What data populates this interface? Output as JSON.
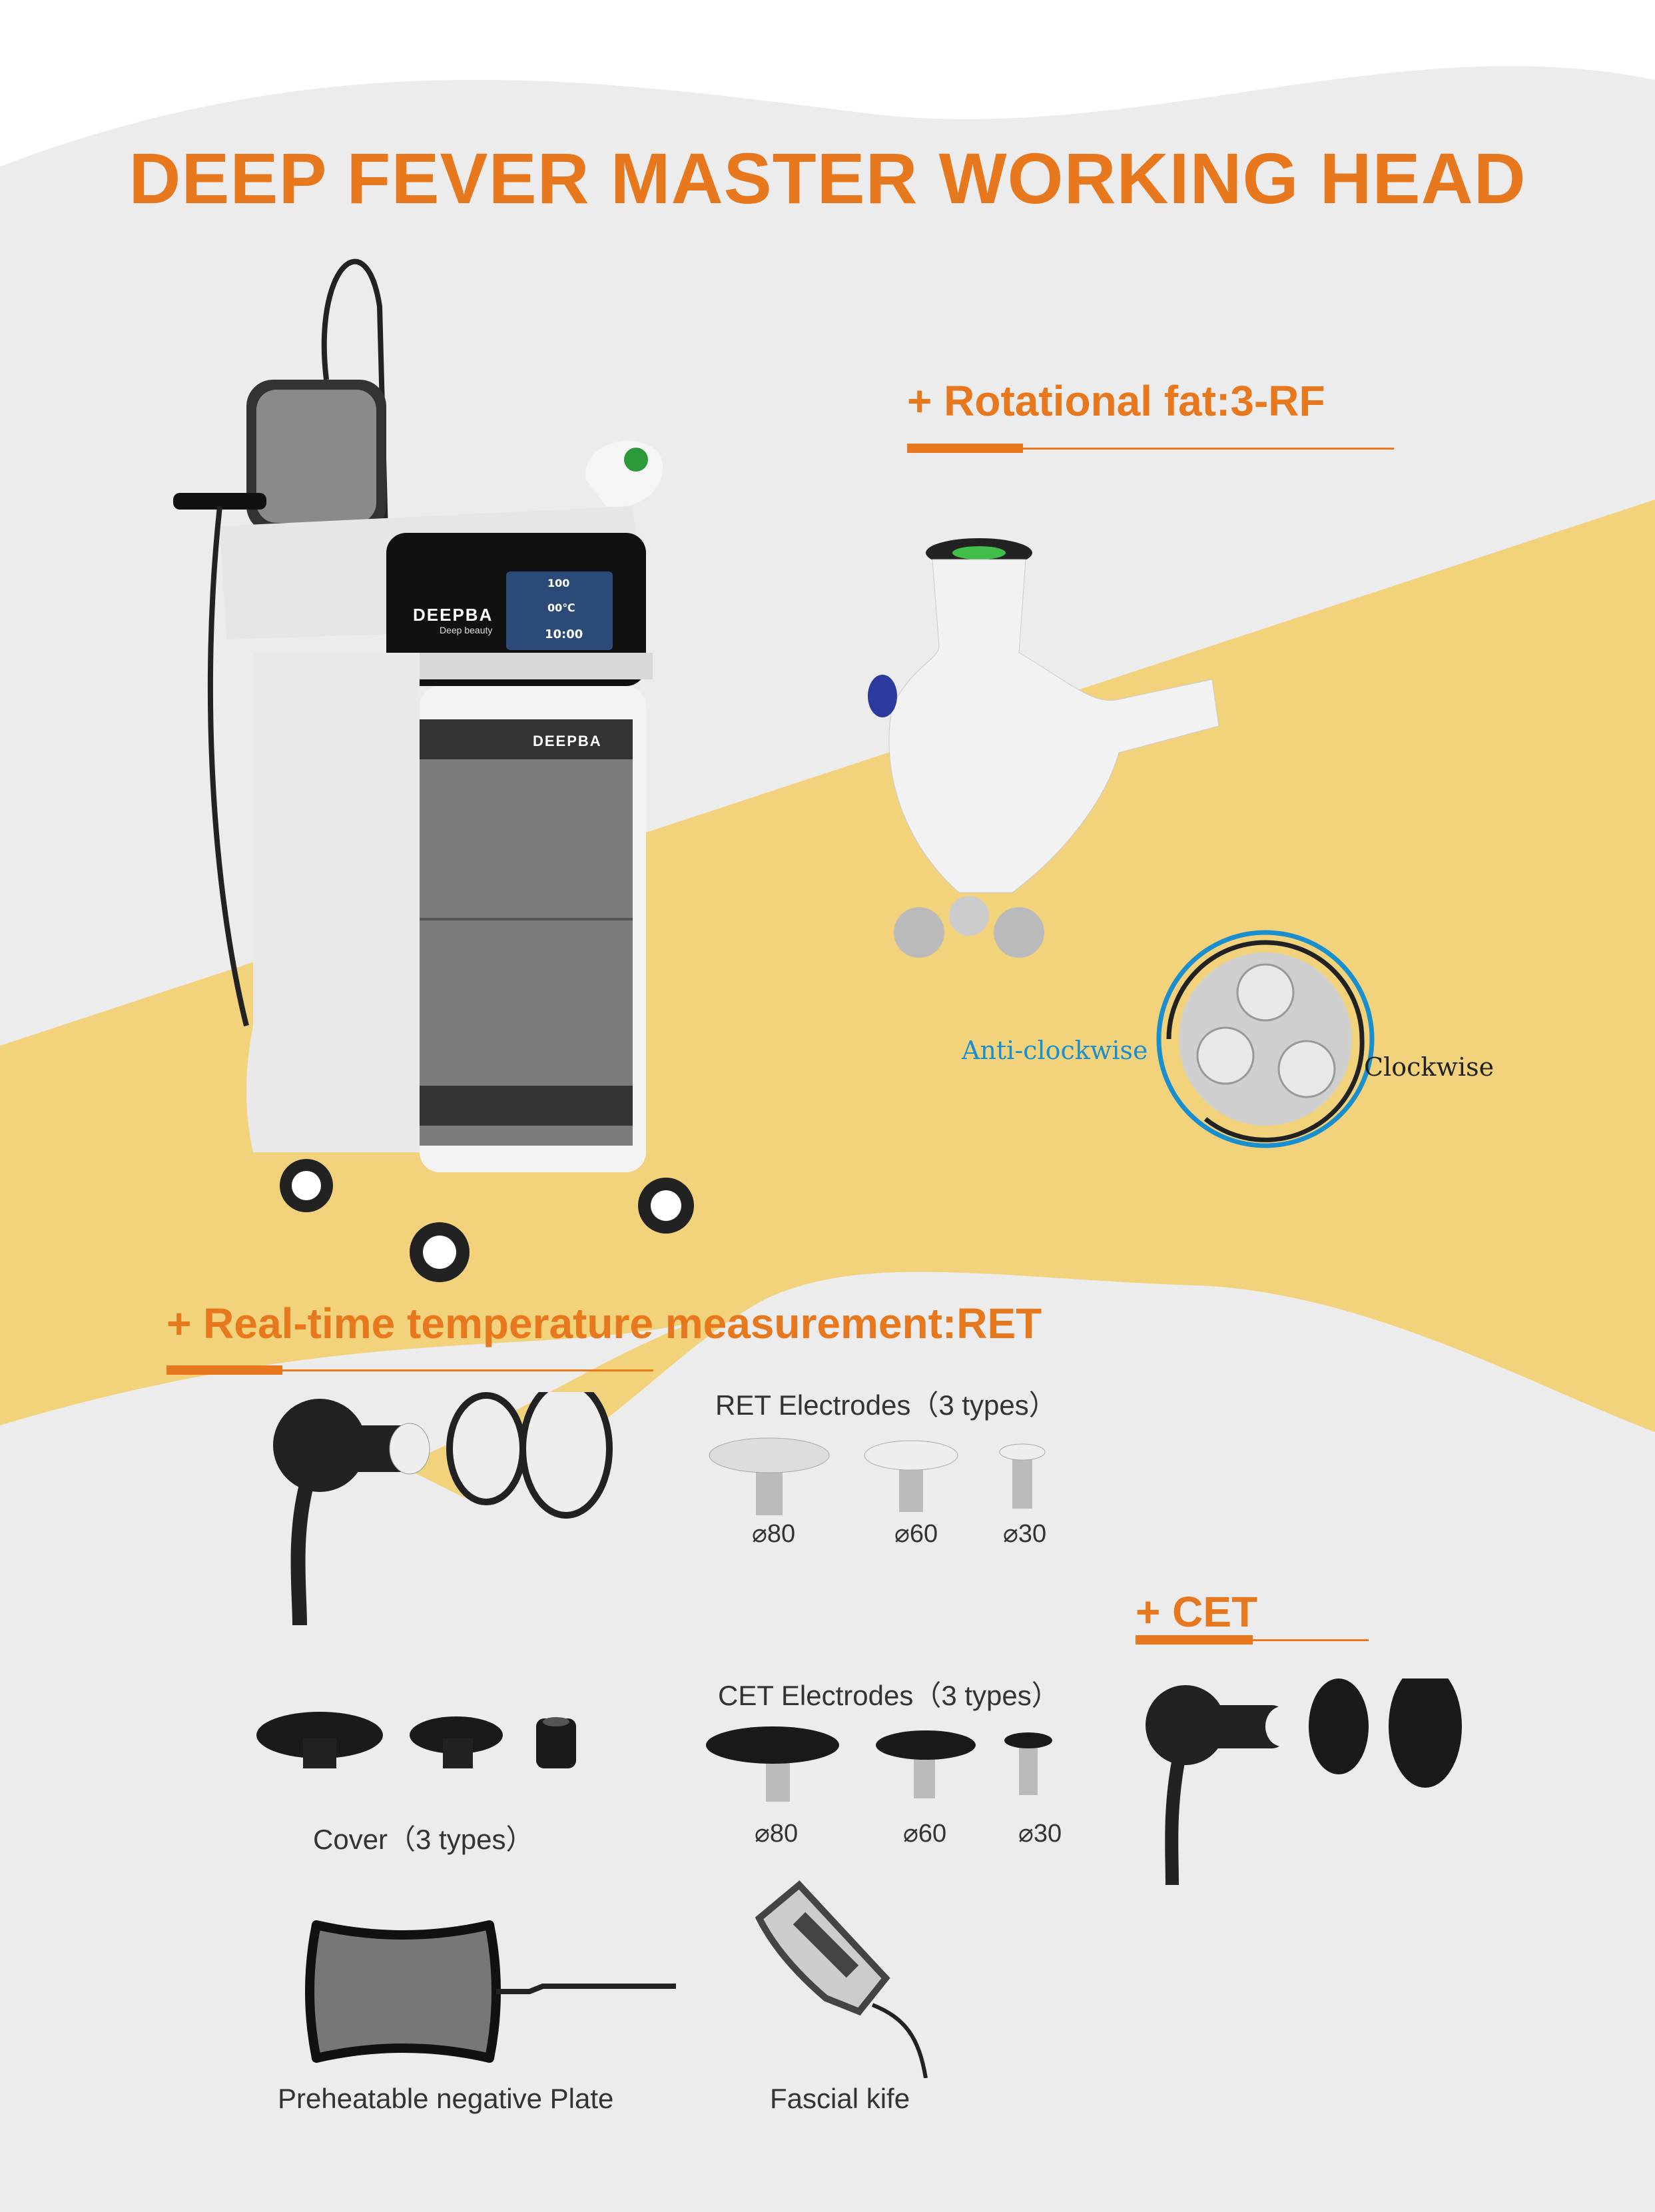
{
  "title": "DEEP FEVER MASTER WORKING HEAD",
  "colors": {
    "accent": "#e8781e",
    "band": "#f2d27a",
    "background": "#ececec",
    "rotation_blue": "#1a8fd0"
  },
  "machine": {
    "brand": "DEEPBA",
    "tagline": "Deep beauty",
    "screen": {
      "intensity": "100",
      "temperature": "00℃",
      "time": "10:00"
    }
  },
  "rotational": {
    "heading": "+ Rotational fat:3-RF",
    "anticlockwise": "Anti-clockwise",
    "clockwise": "Clockwise"
  },
  "ret": {
    "heading": "+ Real-time temperature measurement:RET",
    "electrodes_label": "RET Electrodes（3 types）",
    "sizes": [
      "⌀80",
      "⌀60",
      "⌀30"
    ]
  },
  "cet": {
    "heading": "+ CET",
    "electrodes_label": "CET  Electrodes（3 types）",
    "sizes": [
      "⌀80",
      "⌀60",
      "⌀30"
    ]
  },
  "cover": {
    "label": "Cover（3 types）"
  },
  "plate": {
    "label": "Preheatable negative Plate"
  },
  "knife": {
    "label": "Fascial kife"
  }
}
